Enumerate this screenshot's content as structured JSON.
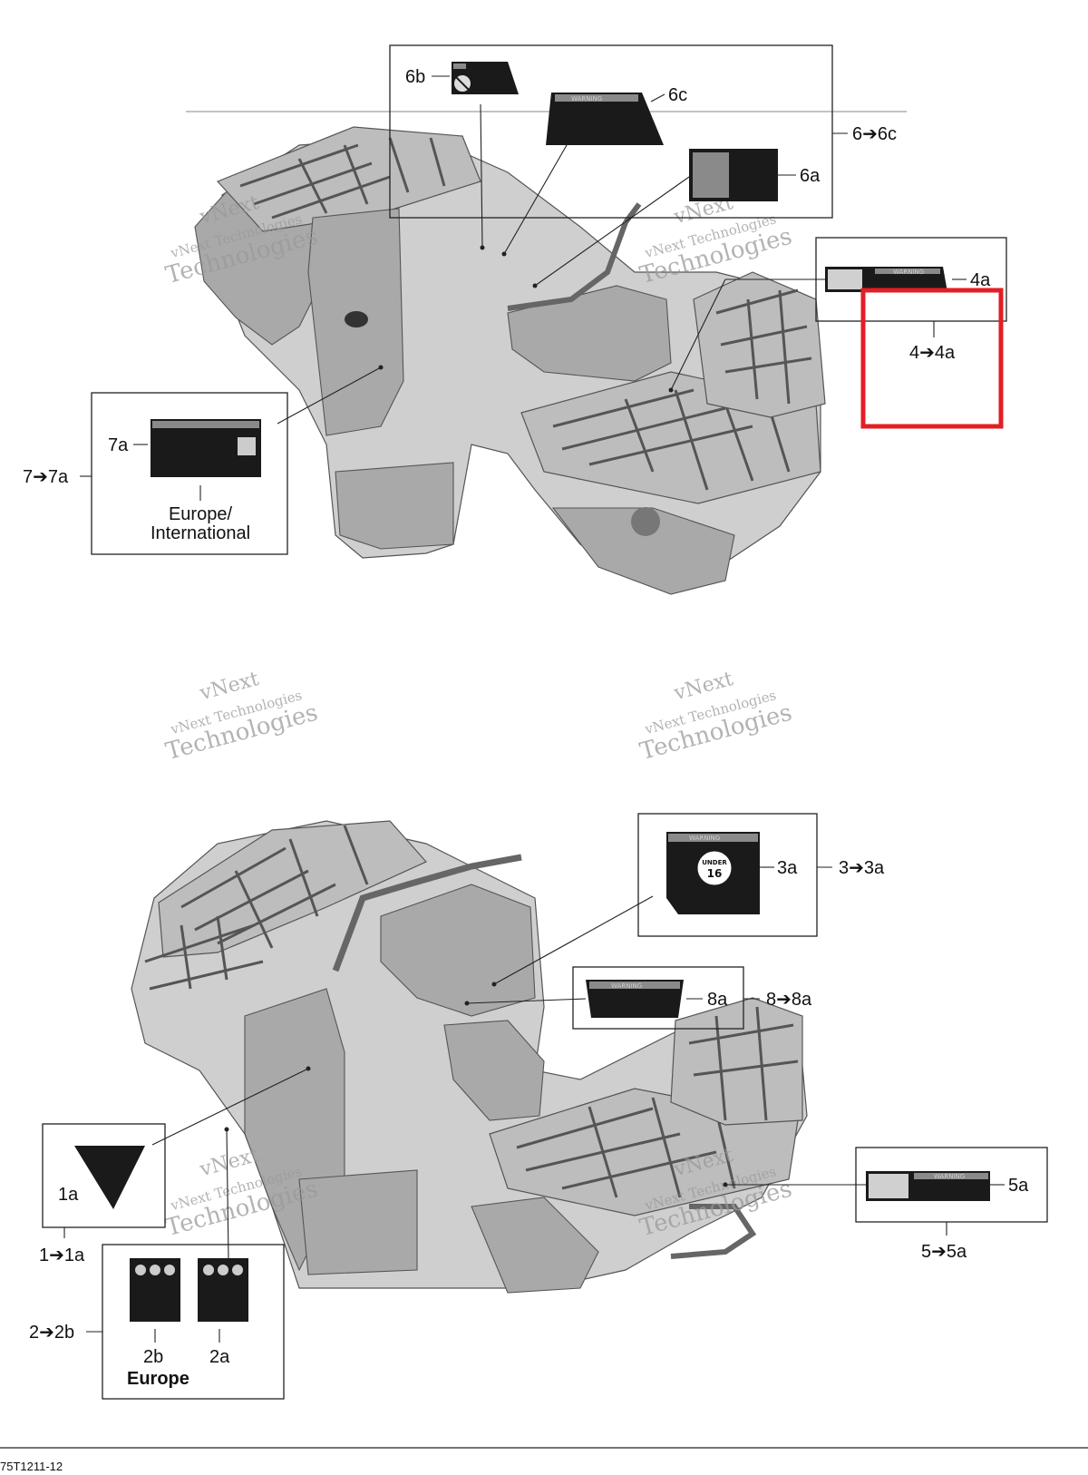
{
  "callouts": {
    "c6b": "6b",
    "c6c": "6c",
    "c6a": "6a",
    "g6": "6➔6c",
    "c4a": "4a",
    "g4": "4➔4a",
    "c7a": "7a",
    "g7": "7➔7a",
    "europe_international_1": "Europe/",
    "europe_international_2": "International",
    "c3a": "3a",
    "g3": "3➔3a",
    "c8a": "8a",
    "g8": "8➔8a",
    "c1a": "1a",
    "g1": "1➔1a",
    "c5a": "5a",
    "g5": "5➔5a",
    "c2b": "2b",
    "c2a": "2a",
    "g2": "2➔2b",
    "europe": "Europe"
  },
  "decals": {
    "warning": "WARNING",
    "under": "UNDER",
    "age": "16"
  },
  "watermark": {
    "line1": "vNext",
    "line2": "vNext Technologies",
    "line3": "Technologies"
  },
  "footer": {
    "code": "75T1211-12"
  },
  "colors": {
    "highlight": "#e31e24",
    "line": "#222222",
    "body": "#cfcfcf"
  }
}
